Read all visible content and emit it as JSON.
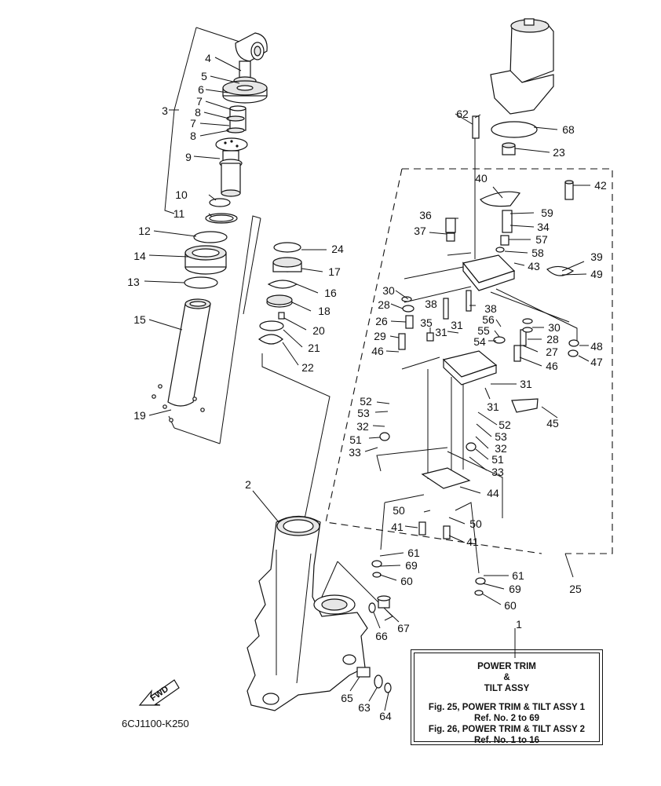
{
  "diagram": {
    "drawing_code": "6CJ1100-K250",
    "fwd_label": "FWD",
    "title_box": {
      "line1": "POWER TRIM",
      "line2": "&",
      "line3": "TILT ASSY",
      "ref1": "Fig. 25, POWER TRIM & TILT ASSY 1",
      "ref1_range": "Ref. No. 2 to 69",
      "ref2": "Fig. 26, POWER TRIM & TILT ASSY 2",
      "ref2_range": "Ref. No. 1 to 16"
    },
    "callouts": [
      "1",
      "2",
      "3",
      "4",
      "5",
      "6",
      "7",
      "8",
      "7",
      "8",
      "9",
      "10",
      "11",
      "12",
      "13",
      "14",
      "15",
      "16",
      "17",
      "18",
      "19",
      "20",
      "21",
      "22",
      "23",
      "24",
      "25",
      "26",
      "27",
      "28",
      "28",
      "29",
      "30",
      "30",
      "31",
      "31",
      "31",
      "31",
      "32",
      "32",
      "33",
      "33",
      "34",
      "35",
      "36",
      "37",
      "38",
      "38",
      "39",
      "40",
      "41",
      "41",
      "42",
      "43",
      "44",
      "45",
      "46",
      "46",
      "47",
      "48",
      "49",
      "50",
      "50",
      "51",
      "51",
      "52",
      "52",
      "53",
      "53",
      "54",
      "55",
      "56",
      "57",
      "58",
      "59",
      "60",
      "60",
      "61",
      "61",
      "62",
      "63",
      "64",
      "65",
      "66",
      "67",
      "68",
      "69",
      "69"
    ]
  }
}
